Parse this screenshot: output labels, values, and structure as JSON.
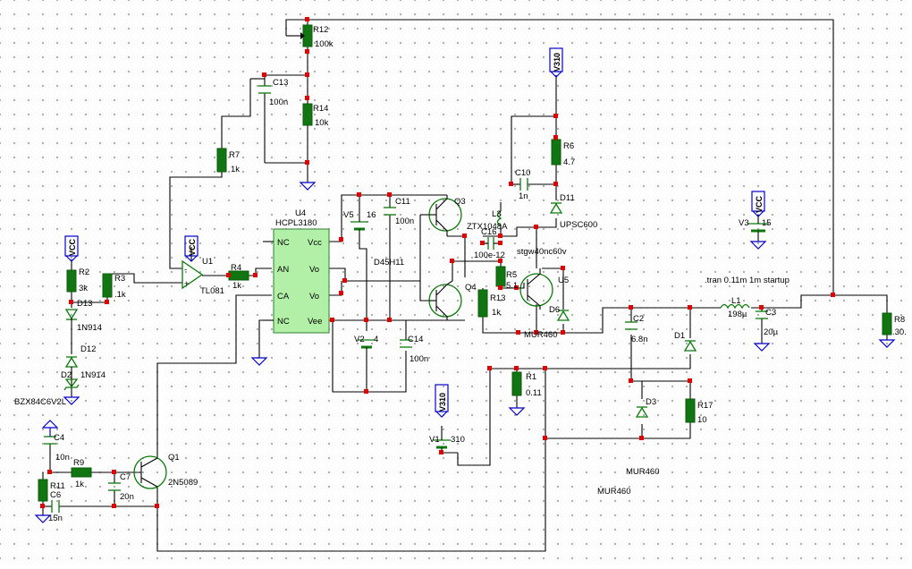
{
  "labels": {
    "R12": "R12",
    "R12v": "100k",
    "C13": "C13",
    "C13v": "100n",
    "R14": "R14",
    "R14v": "10k",
    "V310a": "V310",
    "R6": "R6",
    "R6v": "4.7",
    "C10": "C10",
    "C10v": "1n",
    "D11": "D11",
    "D11v": "UPSC600",
    "L3": "L3",
    "L3v": "ZTX1048A",
    "C16": "C16",
    "C16v": "100e-12",
    "stg": "stgw40nc60v",
    "R7": "R7",
    "R7v": "1k",
    "U4": "U4",
    "U4v": "HCPL3180",
    "V5": "V5",
    "V5v": "16",
    "C11": "C11",
    "C11v": "100n",
    "Q3": "Q3",
    "VCCa": "VCC",
    "V3": "V3",
    "V3v": "15",
    "VCCb": "VCC",
    "VCCc": "VCC",
    "R2": "R2",
    "R2v": "3k",
    "R3": "R3",
    "R3v": ".1k",
    "U1": "U1",
    "U1v": "TL081",
    "R4": "R4",
    "R4v": "1k",
    "D45": "D45H11",
    "Q4": "Q4",
    "R5": "R5",
    "R5v": "5.1",
    "R13": "R13",
    "R13v": "1k",
    "U5": "U5",
    "D6": "D6",
    "D6v": "MUR460",
    "tran": ".tran 0.11m 1m startup",
    "L1": "L1",
    "L1v": "198µ",
    "C3": "C3",
    "C3v": "20µ",
    "R8": "R8",
    "R8v": ".30.",
    "D13": "D13",
    "D13v": "1N914",
    "D12": "D12",
    "D2": "D2",
    "D2v": "1N914",
    "BZX": "BZX84C6V2L",
    "V2": "V2",
    "V2v": "4",
    "C14": "C14",
    "C14v": "100n",
    "C2": "C2",
    "C2v": "6.8n",
    "D1": "D1",
    "R1": "R1",
    "R1v": "0.11",
    "D3": "D3",
    "R17": "R17",
    "R17v": "10",
    "V310b": "V310",
    "V1": "V1",
    "V1v": "310",
    "C4": "C4",
    "C4v": "10n",
    "R9": "R9",
    "R9v": "1k",
    "Q1": "Q1",
    "Q1v": "2N5089",
    "R11": "R11",
    "C7": "C7",
    "C7v": "20n",
    "C6": "C6",
    "C6v": "15n",
    "MUR1": "MUR460",
    "MUR2": "MUR460"
  },
  "opto_pins": {
    "nc1": "NC",
    "an": "AN",
    "ca": "CA",
    "nc2": "NC",
    "vcc": "Vcc",
    "vo1": "Vo",
    "vo2": "Vo",
    "vee": "Vee"
  }
}
